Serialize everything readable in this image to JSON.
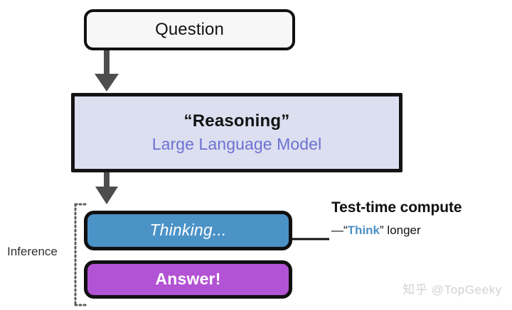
{
  "diagram": {
    "nodes": {
      "question": {
        "label": "Question"
      },
      "llm": {
        "title": "“Reasoning”",
        "subtitle": "Large Language Model"
      },
      "thinking": {
        "label": "Thinking..."
      },
      "answer": {
        "label": "Answer!"
      }
    },
    "bracket": {
      "label": "Inference"
    },
    "annotation": {
      "title": "Test-time compute",
      "dash": "—",
      "quote_open": "“",
      "keyword": "Think",
      "quote_close": "”",
      "suffix": " longer"
    },
    "watermark": {
      "text": "知乎 @TopGeeky"
    },
    "colors": {
      "question_fill": "#f7f7f7",
      "llm_fill": "#dcdff0",
      "llm_subtitle_text": "#6d71d2",
      "thinking_fill": "#4b92c7",
      "answer_fill": "#b252d4",
      "border": "#111111",
      "arrow": "#4d4d4d",
      "bracket": "#555555",
      "watermark": "#d2d2d2"
    }
  }
}
